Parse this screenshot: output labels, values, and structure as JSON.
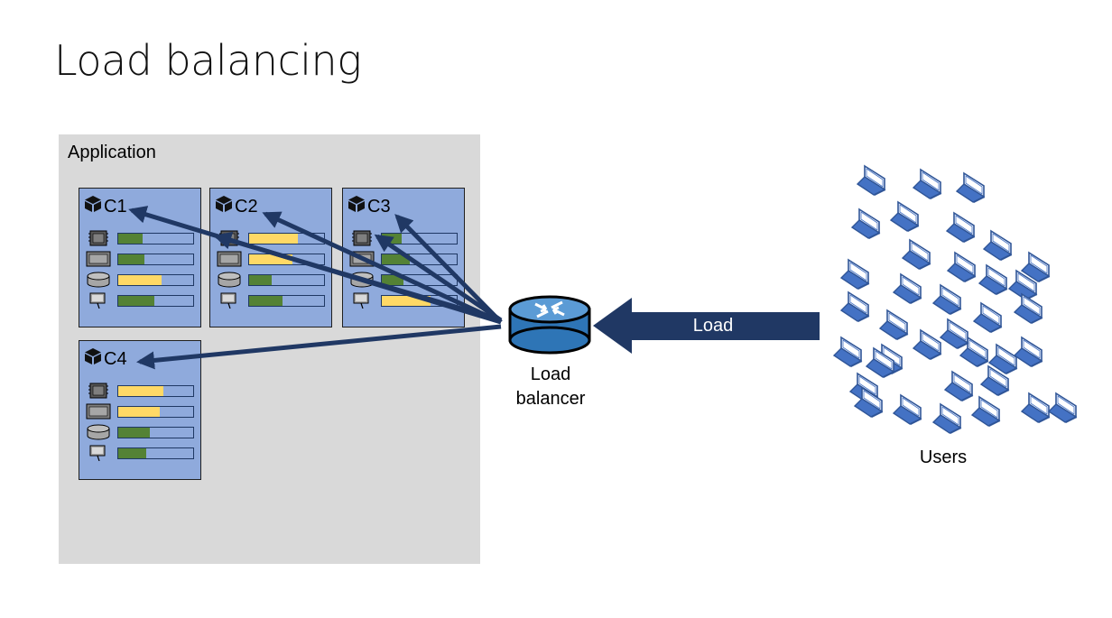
{
  "title": "Load balancing",
  "application": {
    "label": "Application",
    "containers": [
      {
        "id": "C1",
        "usage": [
          0.33,
          0.35,
          0.58,
          0.48
        ],
        "levels": [
          "green",
          "green",
          "yellow",
          "green"
        ]
      },
      {
        "id": "C2",
        "usage": [
          0.65,
          0.58,
          0.3,
          0.45
        ],
        "levels": [
          "yellow",
          "yellow",
          "green",
          "green"
        ]
      },
      {
        "id": "C3",
        "usage": [
          0.27,
          0.37,
          0.29,
          0.65
        ],
        "levels": [
          "green",
          "green",
          "green",
          "yellow"
        ]
      },
      {
        "id": "C4",
        "usage": [
          0.6,
          0.55,
          0.42,
          0.37
        ],
        "levels": [
          "yellow",
          "yellow",
          "green",
          "green"
        ]
      }
    ],
    "resource_icons": [
      "cpu-chip-icon",
      "memory-icon",
      "disk-icon",
      "network-icon"
    ]
  },
  "load_balancer": {
    "label_line1": "Load",
    "label_line2": "balancer",
    "icon": "router-icon"
  },
  "load_arrow": {
    "label": "Load"
  },
  "users": {
    "label": "Users",
    "icon": "laptop-icon",
    "count": 36
  },
  "colors": {
    "green": "#548235",
    "yellow": "#ffd966",
    "container": "#8faadc",
    "arrow": "#203864",
    "panel": "#d9d9d9"
  }
}
